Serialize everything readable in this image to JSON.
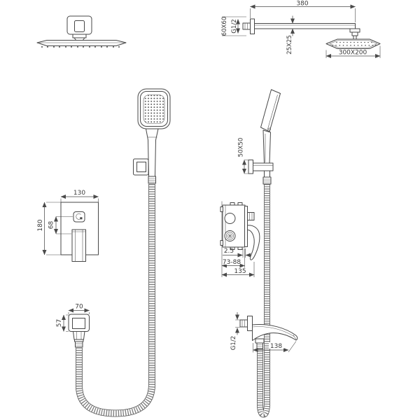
{
  "colors": {
    "line": "#474747",
    "text": "#3a3a3a",
    "background": "#ffffff"
  },
  "dimensions": {
    "shower_arm": {
      "length": "380",
      "wall_flange": "60X60",
      "thread": "G1/2",
      "cross_section": "25X25"
    },
    "rain_head": {
      "size": "300X200"
    },
    "mixer_front": {
      "width": "130",
      "height": "180",
      "knob_offset": "68"
    },
    "mixer_side": {
      "plate_gap": "2.5",
      "install_depth": "73-88",
      "total_depth": "135"
    },
    "hand_shower_holder": {
      "size": "50X50"
    },
    "wall_outlet": {
      "width": "70",
      "height": "57"
    },
    "tub_spout": {
      "thread": "G1/2",
      "length": "138"
    }
  }
}
